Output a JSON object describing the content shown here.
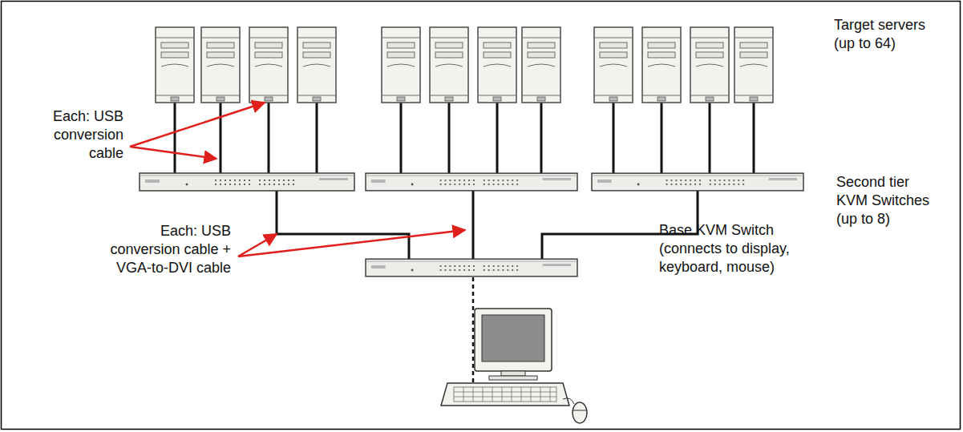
{
  "diagram": {
    "labels": [
      "Target servers (up to 64)",
      "Each: USB conversion cable",
      "Second tier KVM Switches (up to 8)",
      "Each: USB conversion cable + VGA-to-DVI cable",
      "Base KVM Switch (connects to display, keyboard, mouse)"
    ]
  }
}
